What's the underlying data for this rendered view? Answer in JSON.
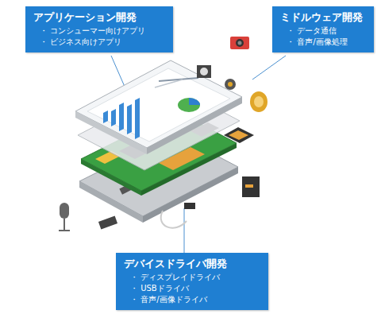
{
  "diagram": {
    "nodes": [
      {
        "text": [
          "アプリケーション開発",
          "・ コンシューマー向けアプリ",
          "・ ビジネス向けアプリ"
        ]
      },
      {
        "text": [
          "ミドルウェア開発",
          "・ データ通信",
          "・ 音声/画像処理"
        ]
      },
      {
        "text": [
          "デバイスドライバ開発",
          "・ ディスプレイドライバ",
          "・ USBドライバ",
          "・ 音声/画像ドライバ"
        ]
      }
    ]
  }
}
